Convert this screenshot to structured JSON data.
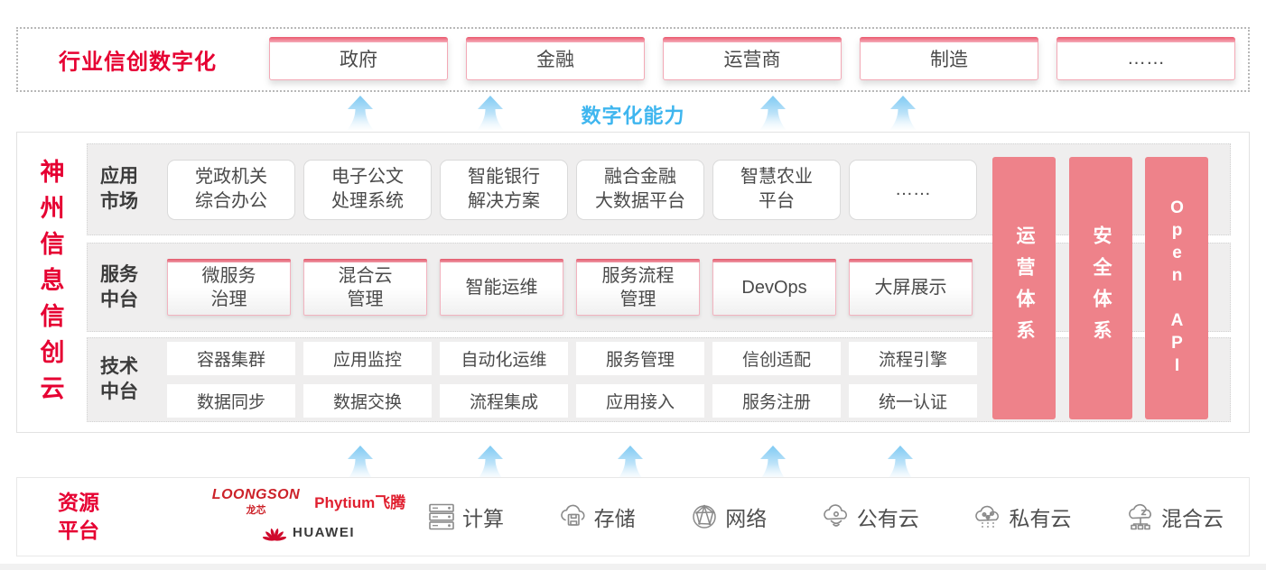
{
  "top": {
    "label": "行业信创数字化",
    "industries": [
      "政府",
      "金融",
      "运营商",
      "制造",
      "……"
    ]
  },
  "capability_label": "数字化能力",
  "main": {
    "vertical_title": "神州信息信创云",
    "app_market": {
      "label": "应用\n市场",
      "items": [
        "党政机关\n综合办公",
        "电子公文\n处理系统",
        "智能银行\n解决方案",
        "融合金融\n大数据平台",
        "智慧农业\n平台",
        "……"
      ]
    },
    "service_platform": {
      "label": "服务\n中台",
      "items": [
        "微服务\n治理",
        "混合云\n管理",
        "智能运维",
        "服务流程\n管理",
        "DevOps",
        "大屏展示"
      ]
    },
    "tech_platform": {
      "label": "技术\n中台",
      "row1": [
        "容器集群",
        "应用监控",
        "自动化运维",
        "服务管理",
        "信创适配",
        "流程引擎"
      ],
      "row2": [
        "数据同步",
        "数据交换",
        "流程集成",
        "应用接入",
        "服务注册",
        "统一认证"
      ]
    },
    "side_bars": [
      "运营体系",
      "安全体系",
      "Open API"
    ]
  },
  "resource": {
    "label": "资源\n平台",
    "vendors": {
      "loongson_en": "LOONGSON",
      "loongson_cn": "龙芯",
      "phytium": "Phytium飞腾",
      "huawei": "HUAWEI"
    },
    "items": [
      {
        "icon": "server-icon",
        "label": "计算"
      },
      {
        "icon": "storage-icon",
        "label": "存储"
      },
      {
        "icon": "network-icon",
        "label": "网络"
      },
      {
        "icon": "public-cloud-icon",
        "label": "公有云"
      },
      {
        "icon": "private-cloud-icon",
        "label": "私有云"
      },
      {
        "icon": "hybrid-cloud-icon",
        "label": "混合云"
      }
    ]
  },
  "colors": {
    "brand_red": "#e60032",
    "bar_pink": "#ee828a",
    "capability_blue": "#3fb6ef"
  }
}
